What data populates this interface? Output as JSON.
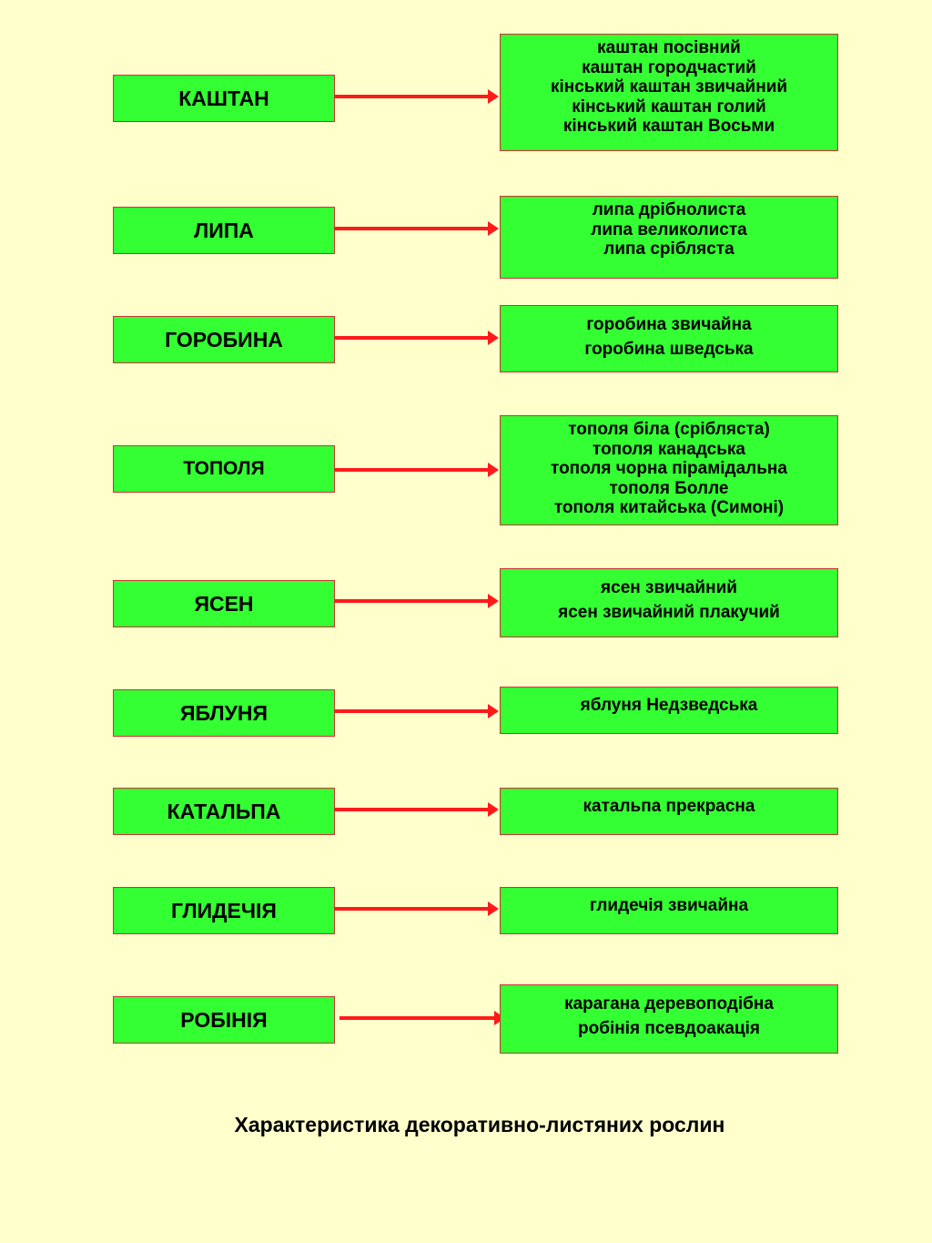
{
  "rows": [
    {
      "genus": "КАШТАН",
      "species": [
        "каштан посівний",
        "каштан городчастий",
        "кінський каштан звичайний",
        "кінський каштан голий",
        "кінський каштан Восьми"
      ]
    },
    {
      "genus": "ЛИПА",
      "species": [
        "липа дрібнолиста",
        "липа великолиста",
        "липа срібляста"
      ]
    },
    {
      "genus": "ГОРОБИНА",
      "species": [
        "горобина звичайна",
        "горобина шведська"
      ]
    },
    {
      "genus": "ТОПОЛЯ",
      "species": [
        "тополя біла (срібляста)",
        "тополя канадська",
        "тополя чорна пірамідальна",
        "тополя Болле",
        "тополя китайська (Симоні)"
      ]
    },
    {
      "genus": "ЯСЕН",
      "species": [
        "ясен звичайний",
        "ясен звичайний плакучий"
      ]
    },
    {
      "genus": "ЯБЛУНЯ",
      "species": [
        "яблуня Недзведська"
      ]
    },
    {
      "genus": "КАТАЛЬПА",
      "species": [
        "катальпа прекрасна"
      ]
    },
    {
      "genus": "ГЛИДЕЧІЯ",
      "species": [
        "глидечія звичайна"
      ]
    },
    {
      "genus": "РОБІНІЯ",
      "species": [
        "карагана деревоподібна",
        "робінія псевдоакація"
      ]
    }
  ],
  "caption": "Характеристика декоративно-листяних рослин",
  "colors": {
    "background": "#ffffcc",
    "box_fill": "#33ff33",
    "box_border": "#cc3333",
    "arrow": "#ff1a1a"
  }
}
